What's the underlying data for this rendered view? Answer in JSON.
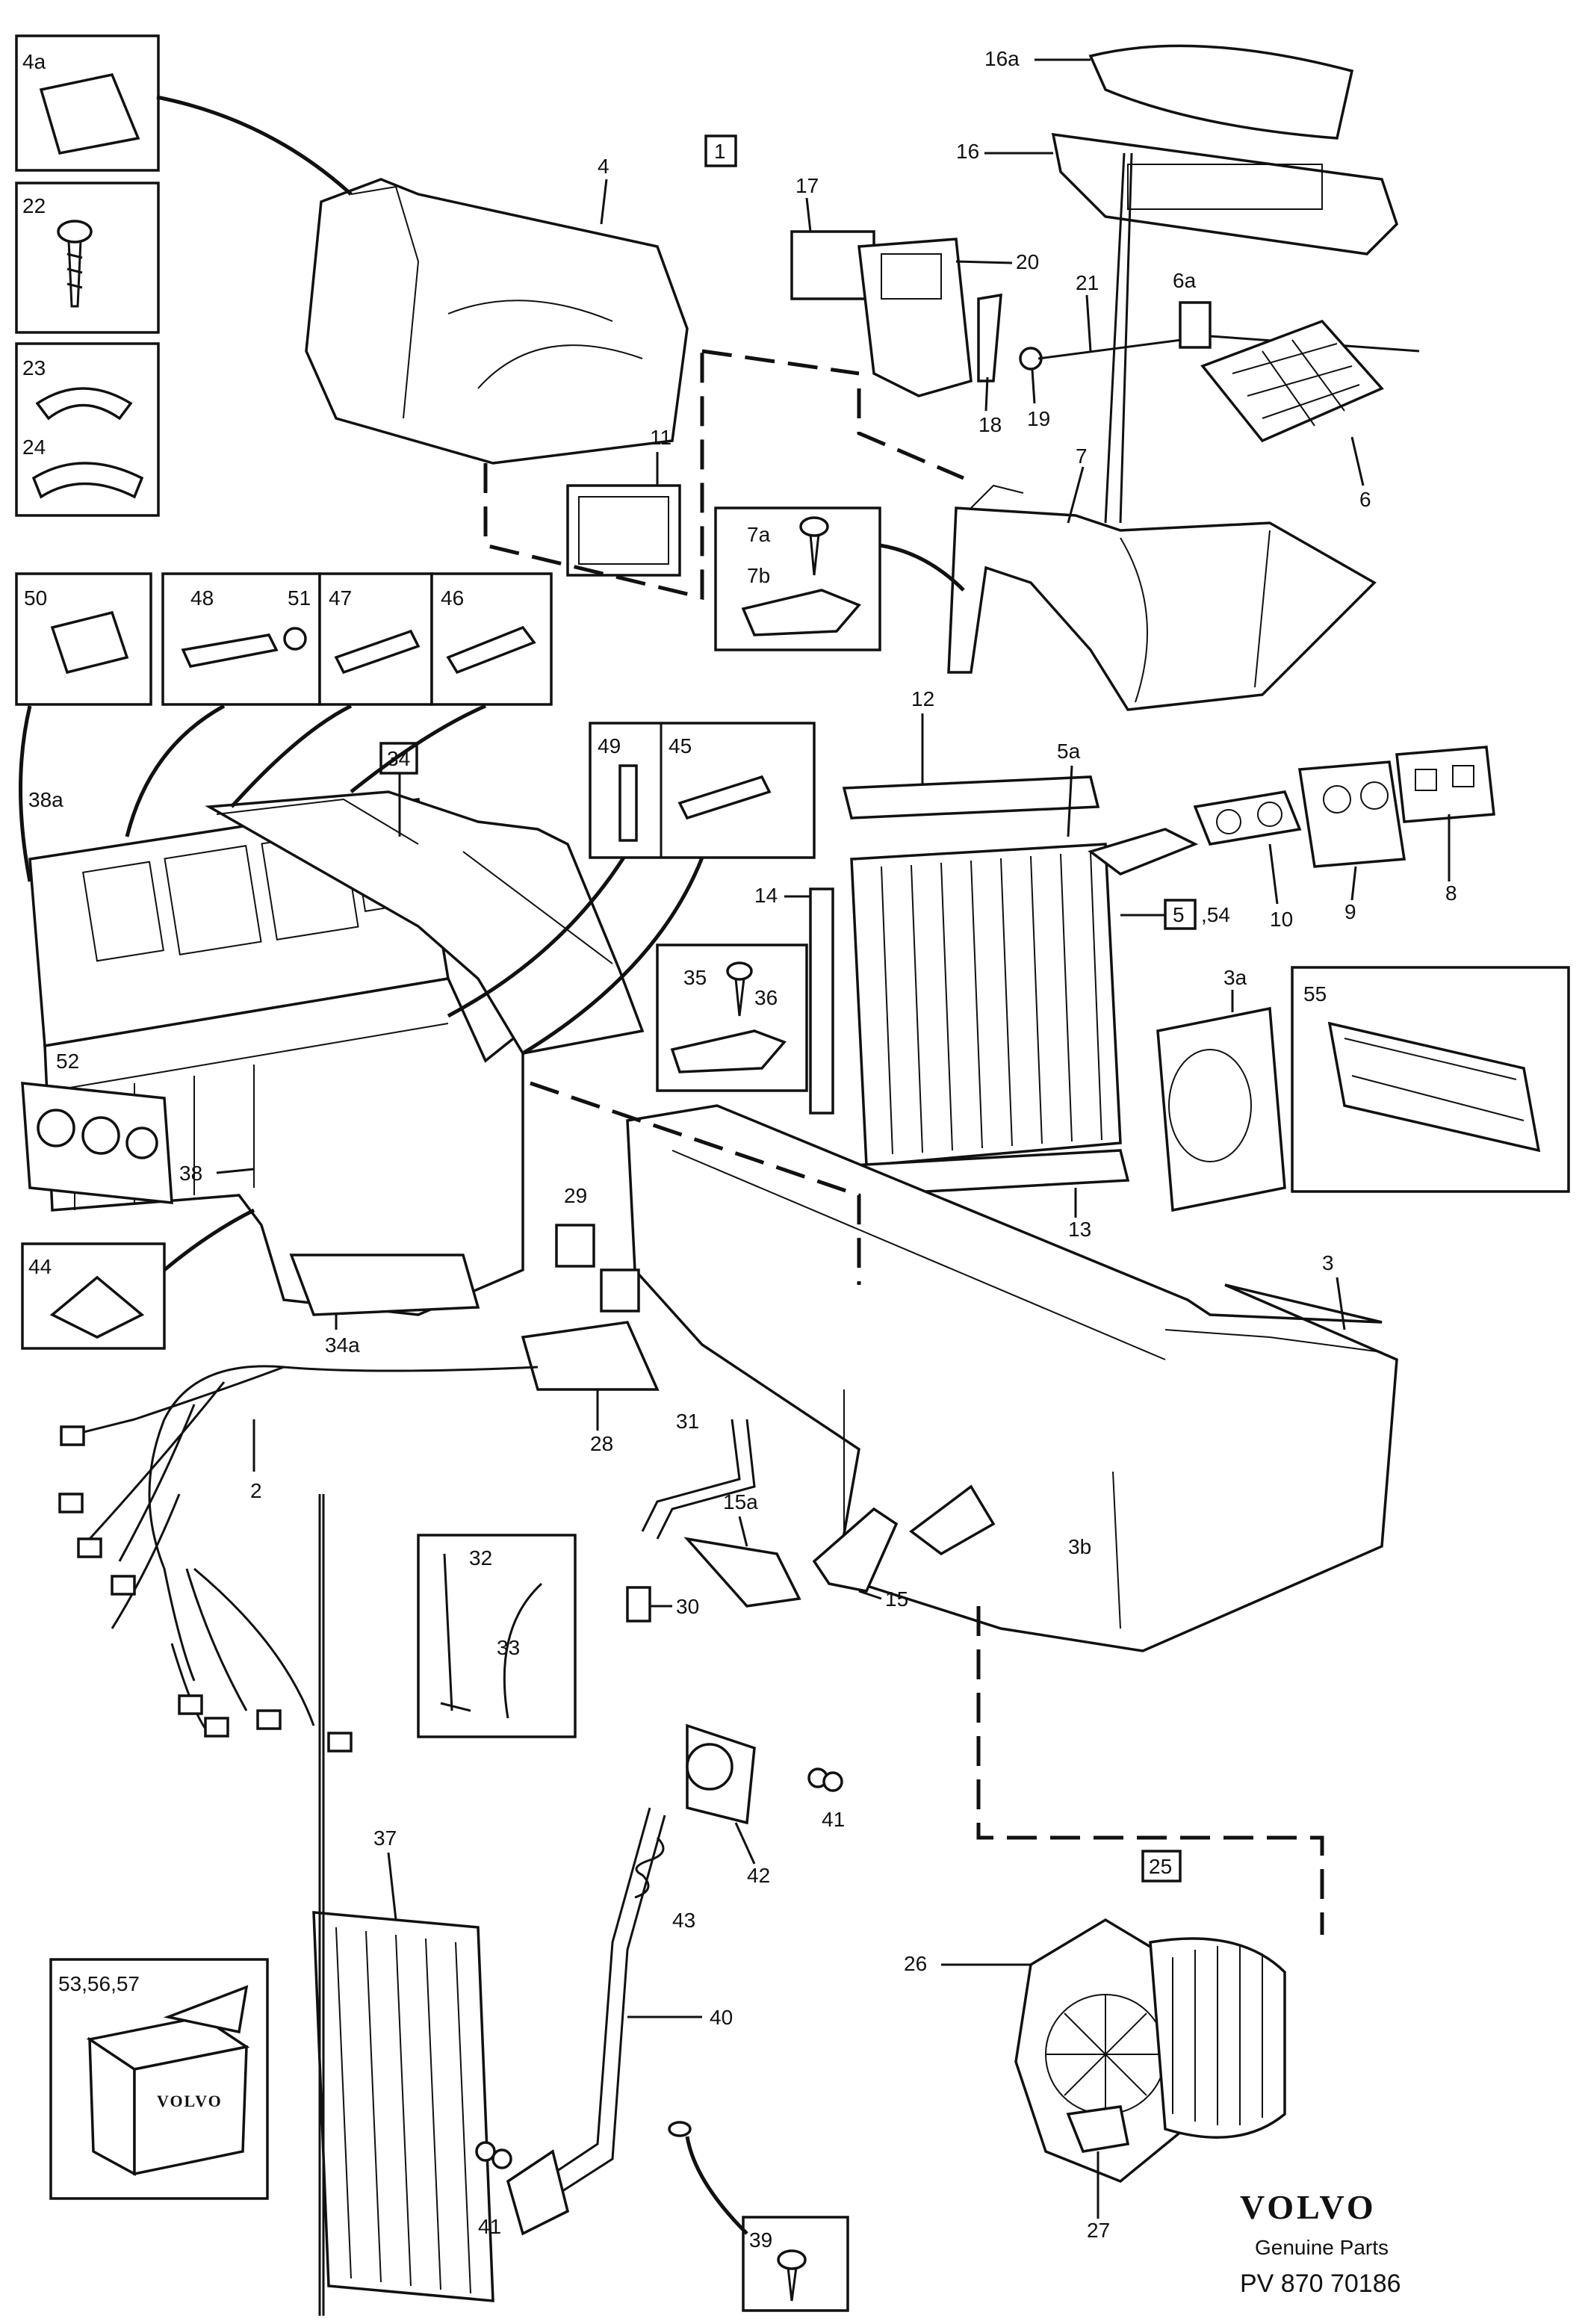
{
  "callouts": {
    "c1": "1",
    "c2": "2",
    "c3": "3",
    "c3a": "3a",
    "c3b": "3b",
    "c4": "4",
    "c4a": "4a",
    "c5": "5",
    "c54": ",54",
    "c5a": "5a",
    "c6": "6",
    "c6a": "6a",
    "c7": "7",
    "c7a": "7a",
    "c7b": "7b",
    "c8": "8",
    "c9": "9",
    "c10": "10",
    "c11": "11",
    "c12": "12",
    "c13": "13",
    "c14": "14",
    "c15": "15",
    "c15a": "15a",
    "c16": "16",
    "c16a": "16a",
    "c17": "17",
    "c18": "18",
    "c19": "19",
    "c20": "20",
    "c21": "21",
    "c22": "22",
    "c23": "23",
    "c24": "24",
    "c25": "25",
    "c26": "26",
    "c27": "27",
    "c28": "28",
    "c29": "29",
    "c30": "30",
    "c31": "31",
    "c32": "32",
    "c33": "33",
    "c34": "34",
    "c34a": "34a",
    "c35": "35",
    "c36": "36",
    "c37": "37",
    "c38": "38",
    "c38a": "38a",
    "c39": "39",
    "c40": "40",
    "c41a": "41",
    "c41b": "41",
    "c42": "42",
    "c43": "43",
    "c44": "44",
    "c45": "45",
    "c46": "46",
    "c47": "47",
    "c48": "48",
    "c49": "49",
    "c50": "50",
    "c51": "51",
    "c52": "52",
    "c53": "53,56,57",
    "c55": "55"
  },
  "box_label": "VOLVO",
  "brand": {
    "name": "VOLVO",
    "tagline": "Genuine Parts",
    "code": "PV 870  70186"
  },
  "colors": {
    "ink": "#111111",
    "paper": "#ffffff"
  }
}
